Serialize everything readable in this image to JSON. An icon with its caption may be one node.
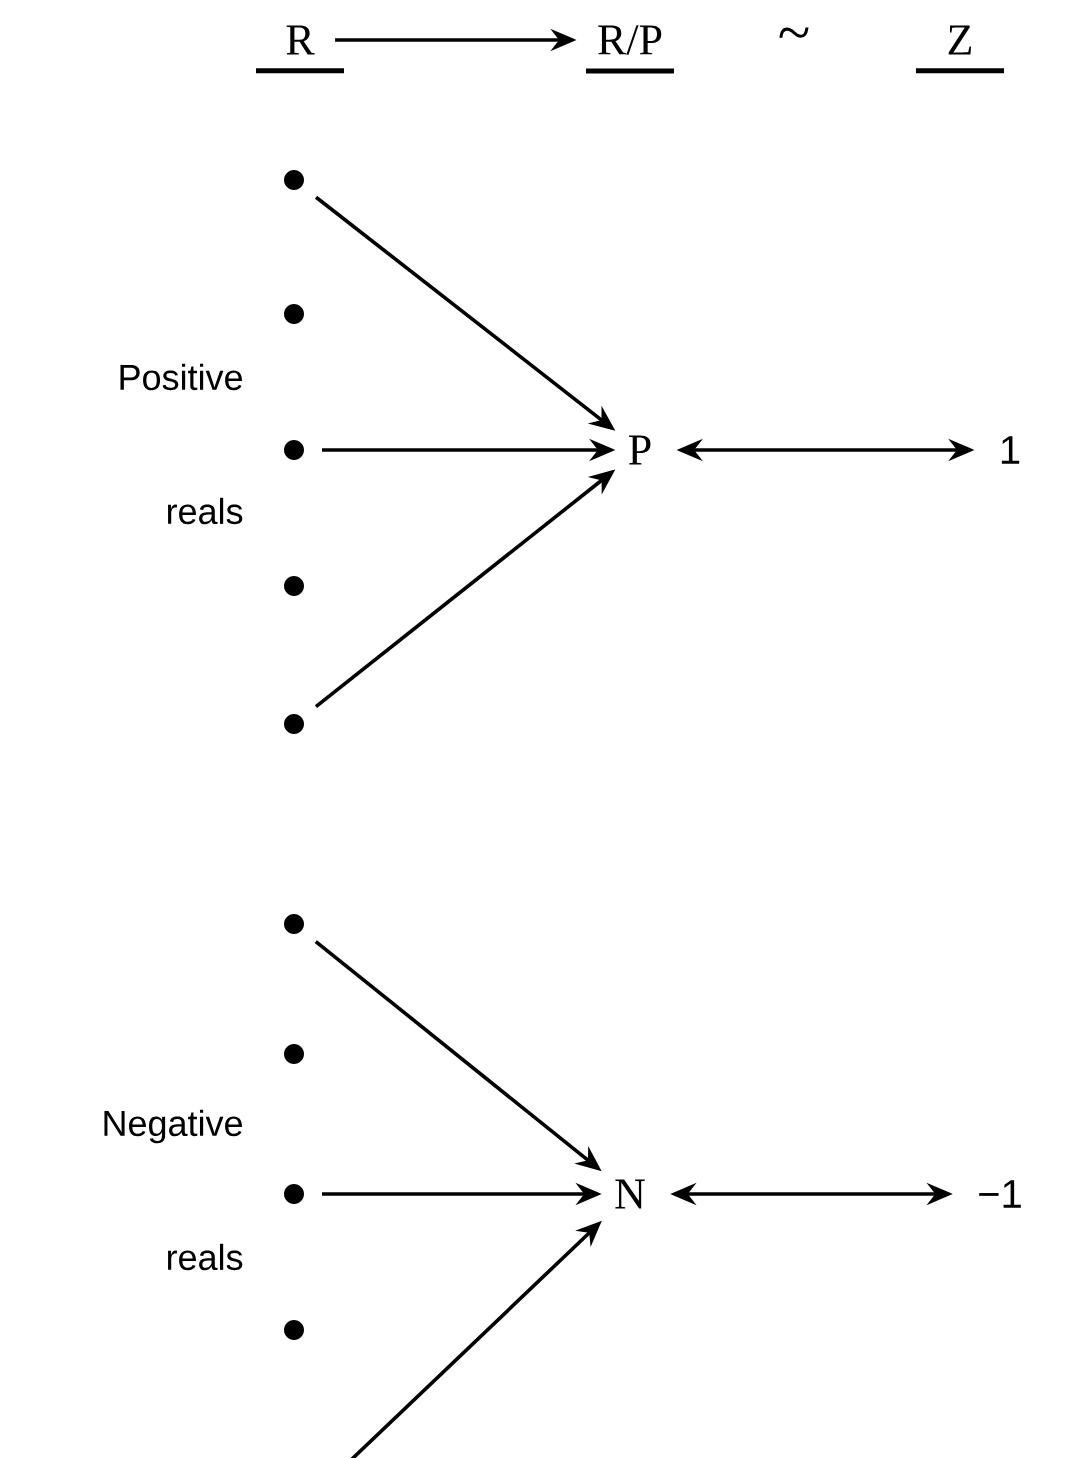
{
  "diagram": {
    "nodes": [
      {
        "text": [
          "R"
        ]
      },
      {
        "text": [
          "R/P"
        ]
      },
      {
        "text": [
          "Z"
        ]
      },
      {
        "text": [],
        "shape": "circle"
      },
      {
        "text": [],
        "shape": "circle"
      },
      {
        "text": [],
        "shape": "circle"
      },
      {
        "text": [],
        "shape": "circle"
      },
      {
        "text": [],
        "shape": "circle"
      },
      {
        "text": [
          "P"
        ]
      },
      {
        "text": [
          "1"
        ]
      },
      {
        "text": [],
        "shape": "circle"
      },
      {
        "text": [],
        "shape": "circle"
      },
      {
        "text": [],
        "shape": "circle"
      },
      {
        "text": [],
        "shape": "circle"
      },
      {
        "text": [
          "N"
        ]
      },
      {
        "text": [
          "−1"
        ]
      }
    ],
    "edges": [
      {
        "from": 0,
        "to": 1,
        "arrow": "to"
      },
      {
        "from": 3,
        "to": 8,
        "arrow": "to"
      },
      {
        "from": 5,
        "to": 8,
        "arrow": "to"
      },
      {
        "from": 7,
        "to": 8,
        "arrow": "to"
      },
      {
        "from": 8,
        "to": 9,
        "arrow": "both"
      },
      {
        "from": 10,
        "to": 14,
        "arrow": "to"
      },
      {
        "from": 12,
        "to": 14,
        "arrow": "to"
      },
      {
        "from": null,
        "to": 14,
        "arrow": "to"
      },
      {
        "from": 14,
        "to": 15,
        "arrow": "both"
      }
    ],
    "labels": [
      "~",
      "Positive reals",
      "Negative reals"
    ]
  }
}
